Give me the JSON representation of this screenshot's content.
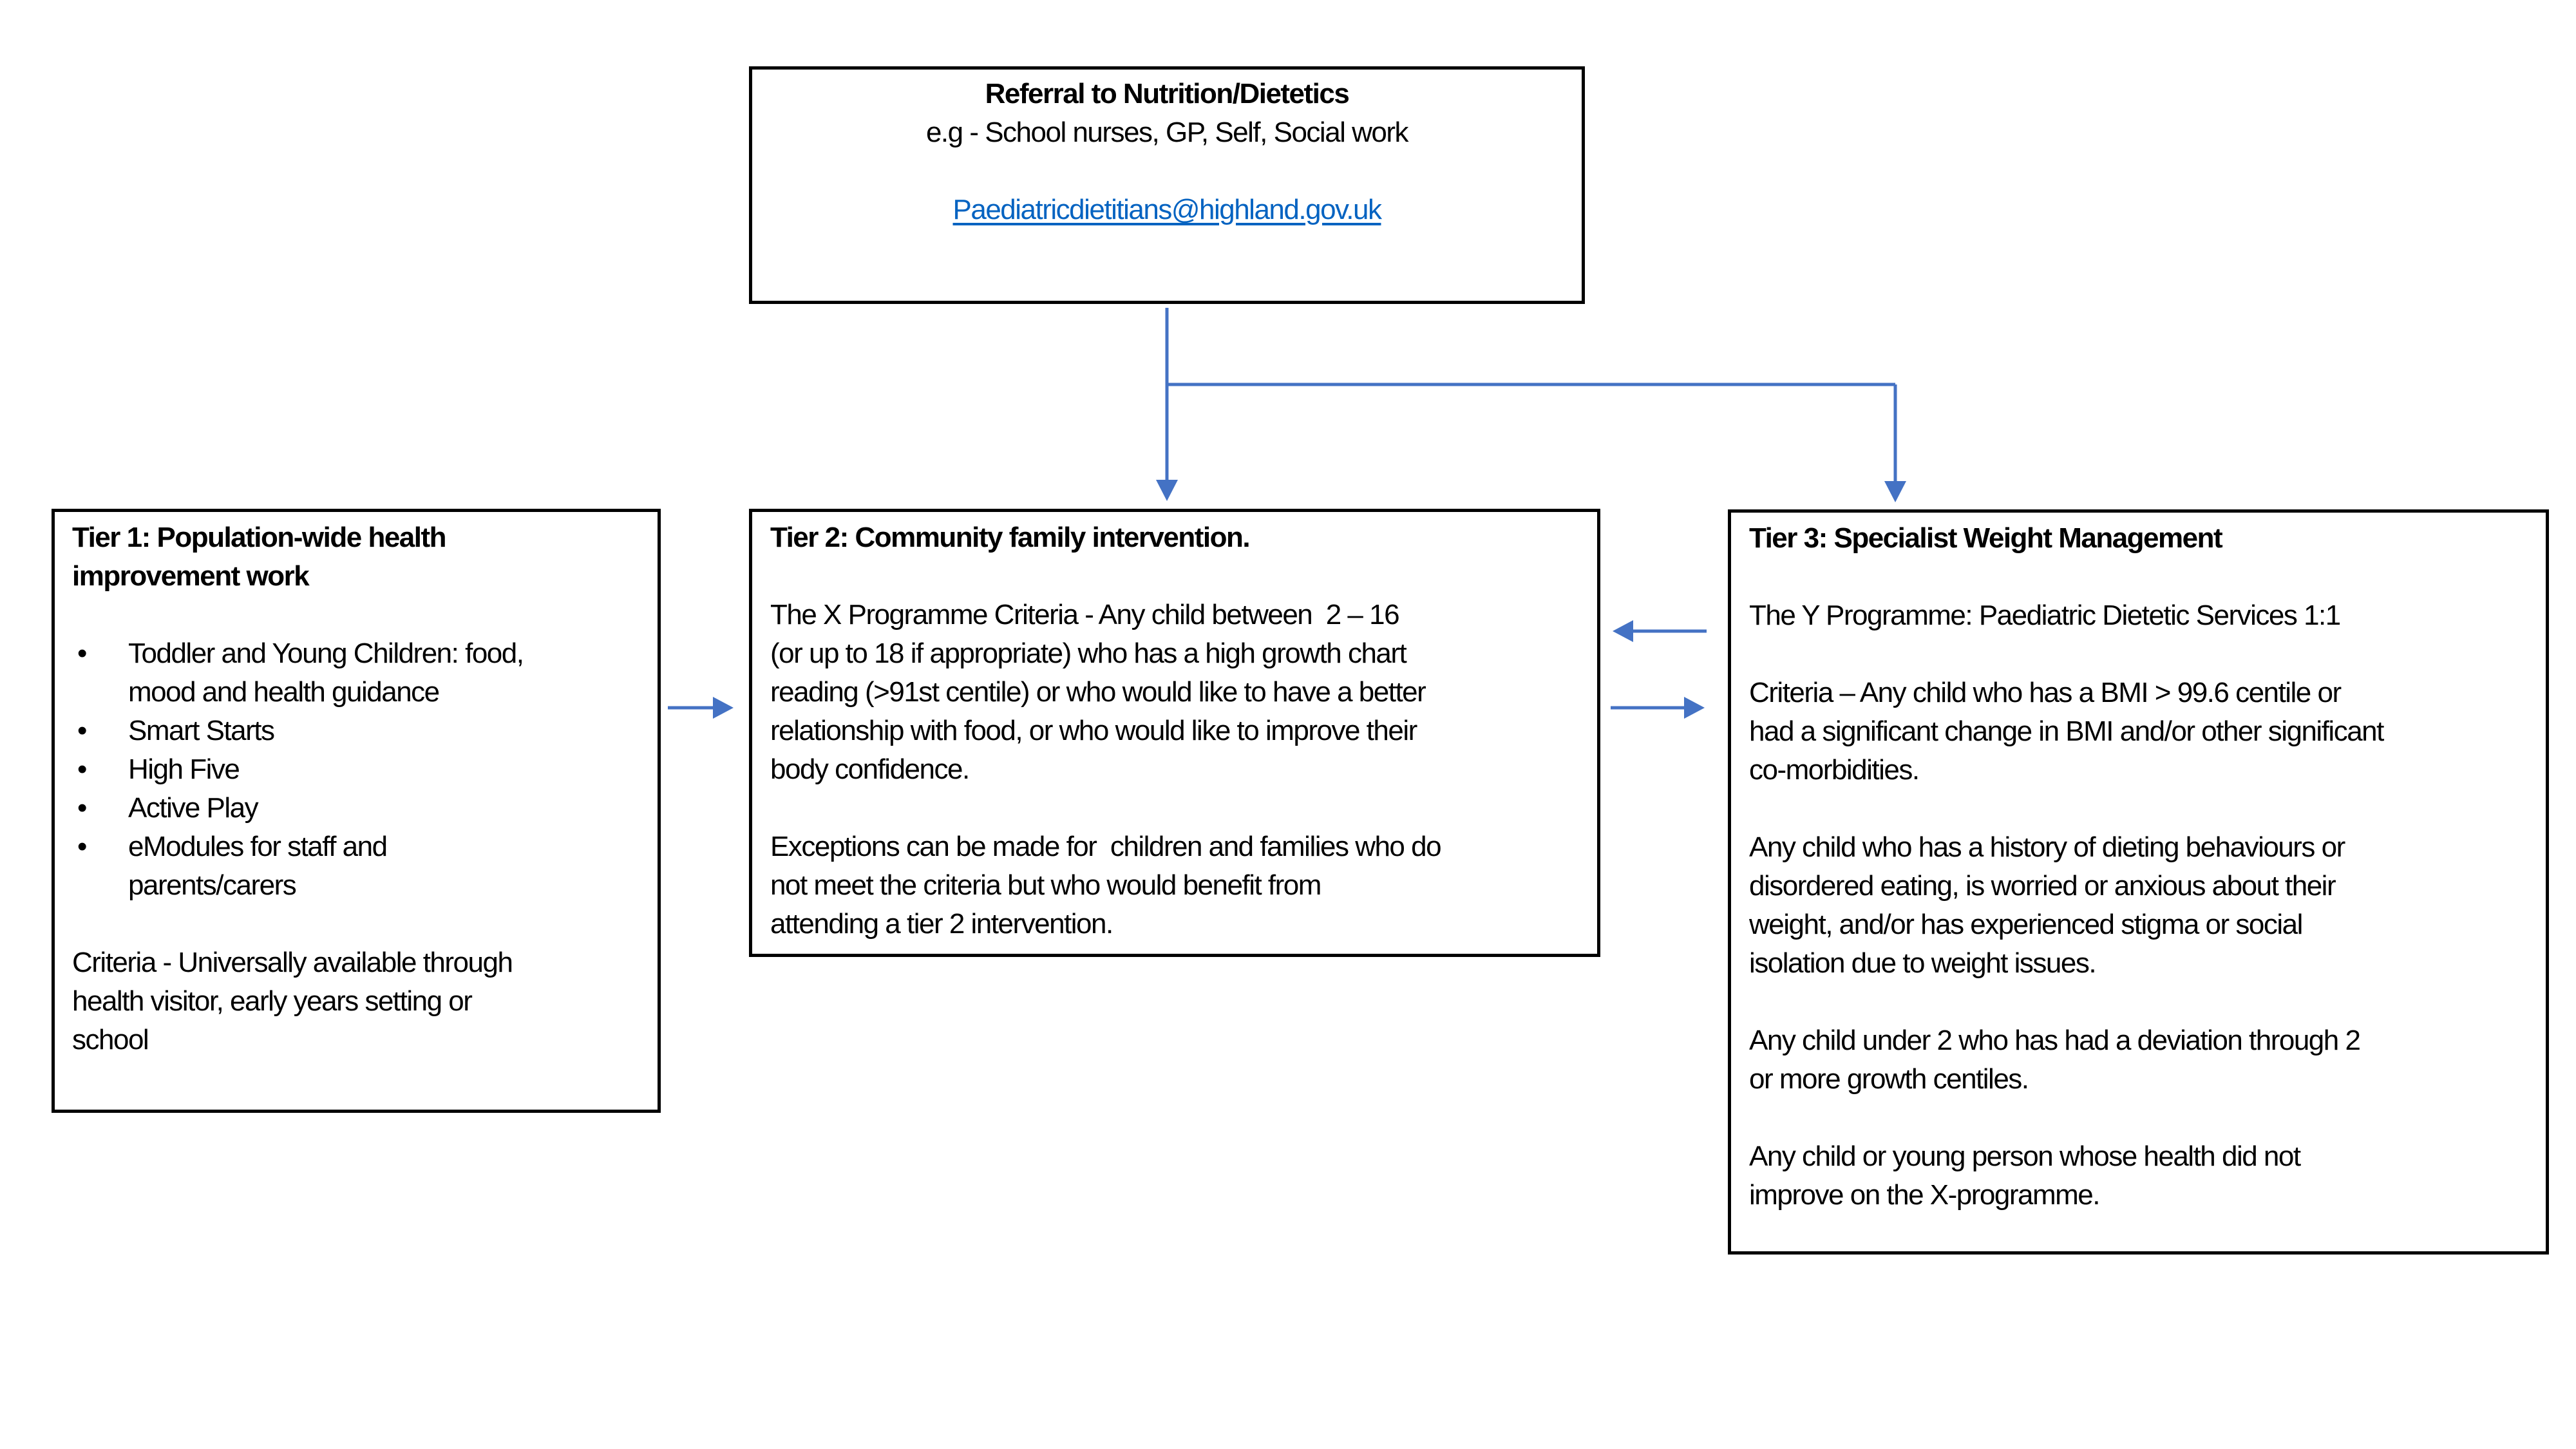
{
  "colors": {
    "arrow": "#4472C4",
    "link": "#0563C1",
    "border": "#000000",
    "text": "#000000",
    "background": "#ffffff"
  },
  "bullet_char": "•",
  "referral_box": {
    "title": "Referral to Nutrition/Dietetics",
    "subtitle": "e.g - School nurses, GP, Self, Social work",
    "email_link": "Paediatricdietitians@highland.gov.uk"
  },
  "tier1": {
    "heading": [
      "Tier 1: Population-wide health",
      "improvement work"
    ],
    "bullets": [
      [
        "Toddler and Young Children: food,",
        "mood and health guidance"
      ],
      [
        "Smart Starts"
      ],
      [
        "High Five"
      ],
      [
        "Active Play"
      ],
      [
        "eModules for staff and",
        "parents/carers"
      ]
    ],
    "criteria": [
      "Criteria - Universally available through",
      "health visitor, early years setting or",
      "school"
    ]
  },
  "tier2": {
    "heading": "Tier 2: Community family intervention.",
    "paragraphs": [
      [
        "The X Programme Criteria - Any child between  2 – 16",
        "(or up to 18 if appropriate) who has a high growth chart",
        "reading (>91st centile) or who would like to have a better",
        "relationship with food, or who would like to improve their",
        "body confidence."
      ],
      [
        "Exceptions can be made for  children and families who do",
        "not meet the criteria but who would benefit from",
        "attending a tier 2 intervention."
      ]
    ]
  },
  "tier3": {
    "heading": "Tier 3: Specialist Weight Management",
    "paragraphs": [
      [
        "The Y Programme: Paediatric Dietetic Services 1:1"
      ],
      [
        "Criteria – Any child who has a BMI > 99.6 centile or",
        "had a significant change in BMI and/or other significant",
        "co-morbidities."
      ],
      [
        "Any child who has a history of dieting behaviours or",
        "disordered eating, is worried or anxious about their",
        "weight, and/or has experienced stigma or social",
        "isolation due to weight issues."
      ],
      [
        "Any child under 2 who has had a deviation through 2",
        "or more growth centiles."
      ],
      [
        "Any child or young person whose health did not",
        "improve on the X-programme."
      ]
    ]
  }
}
